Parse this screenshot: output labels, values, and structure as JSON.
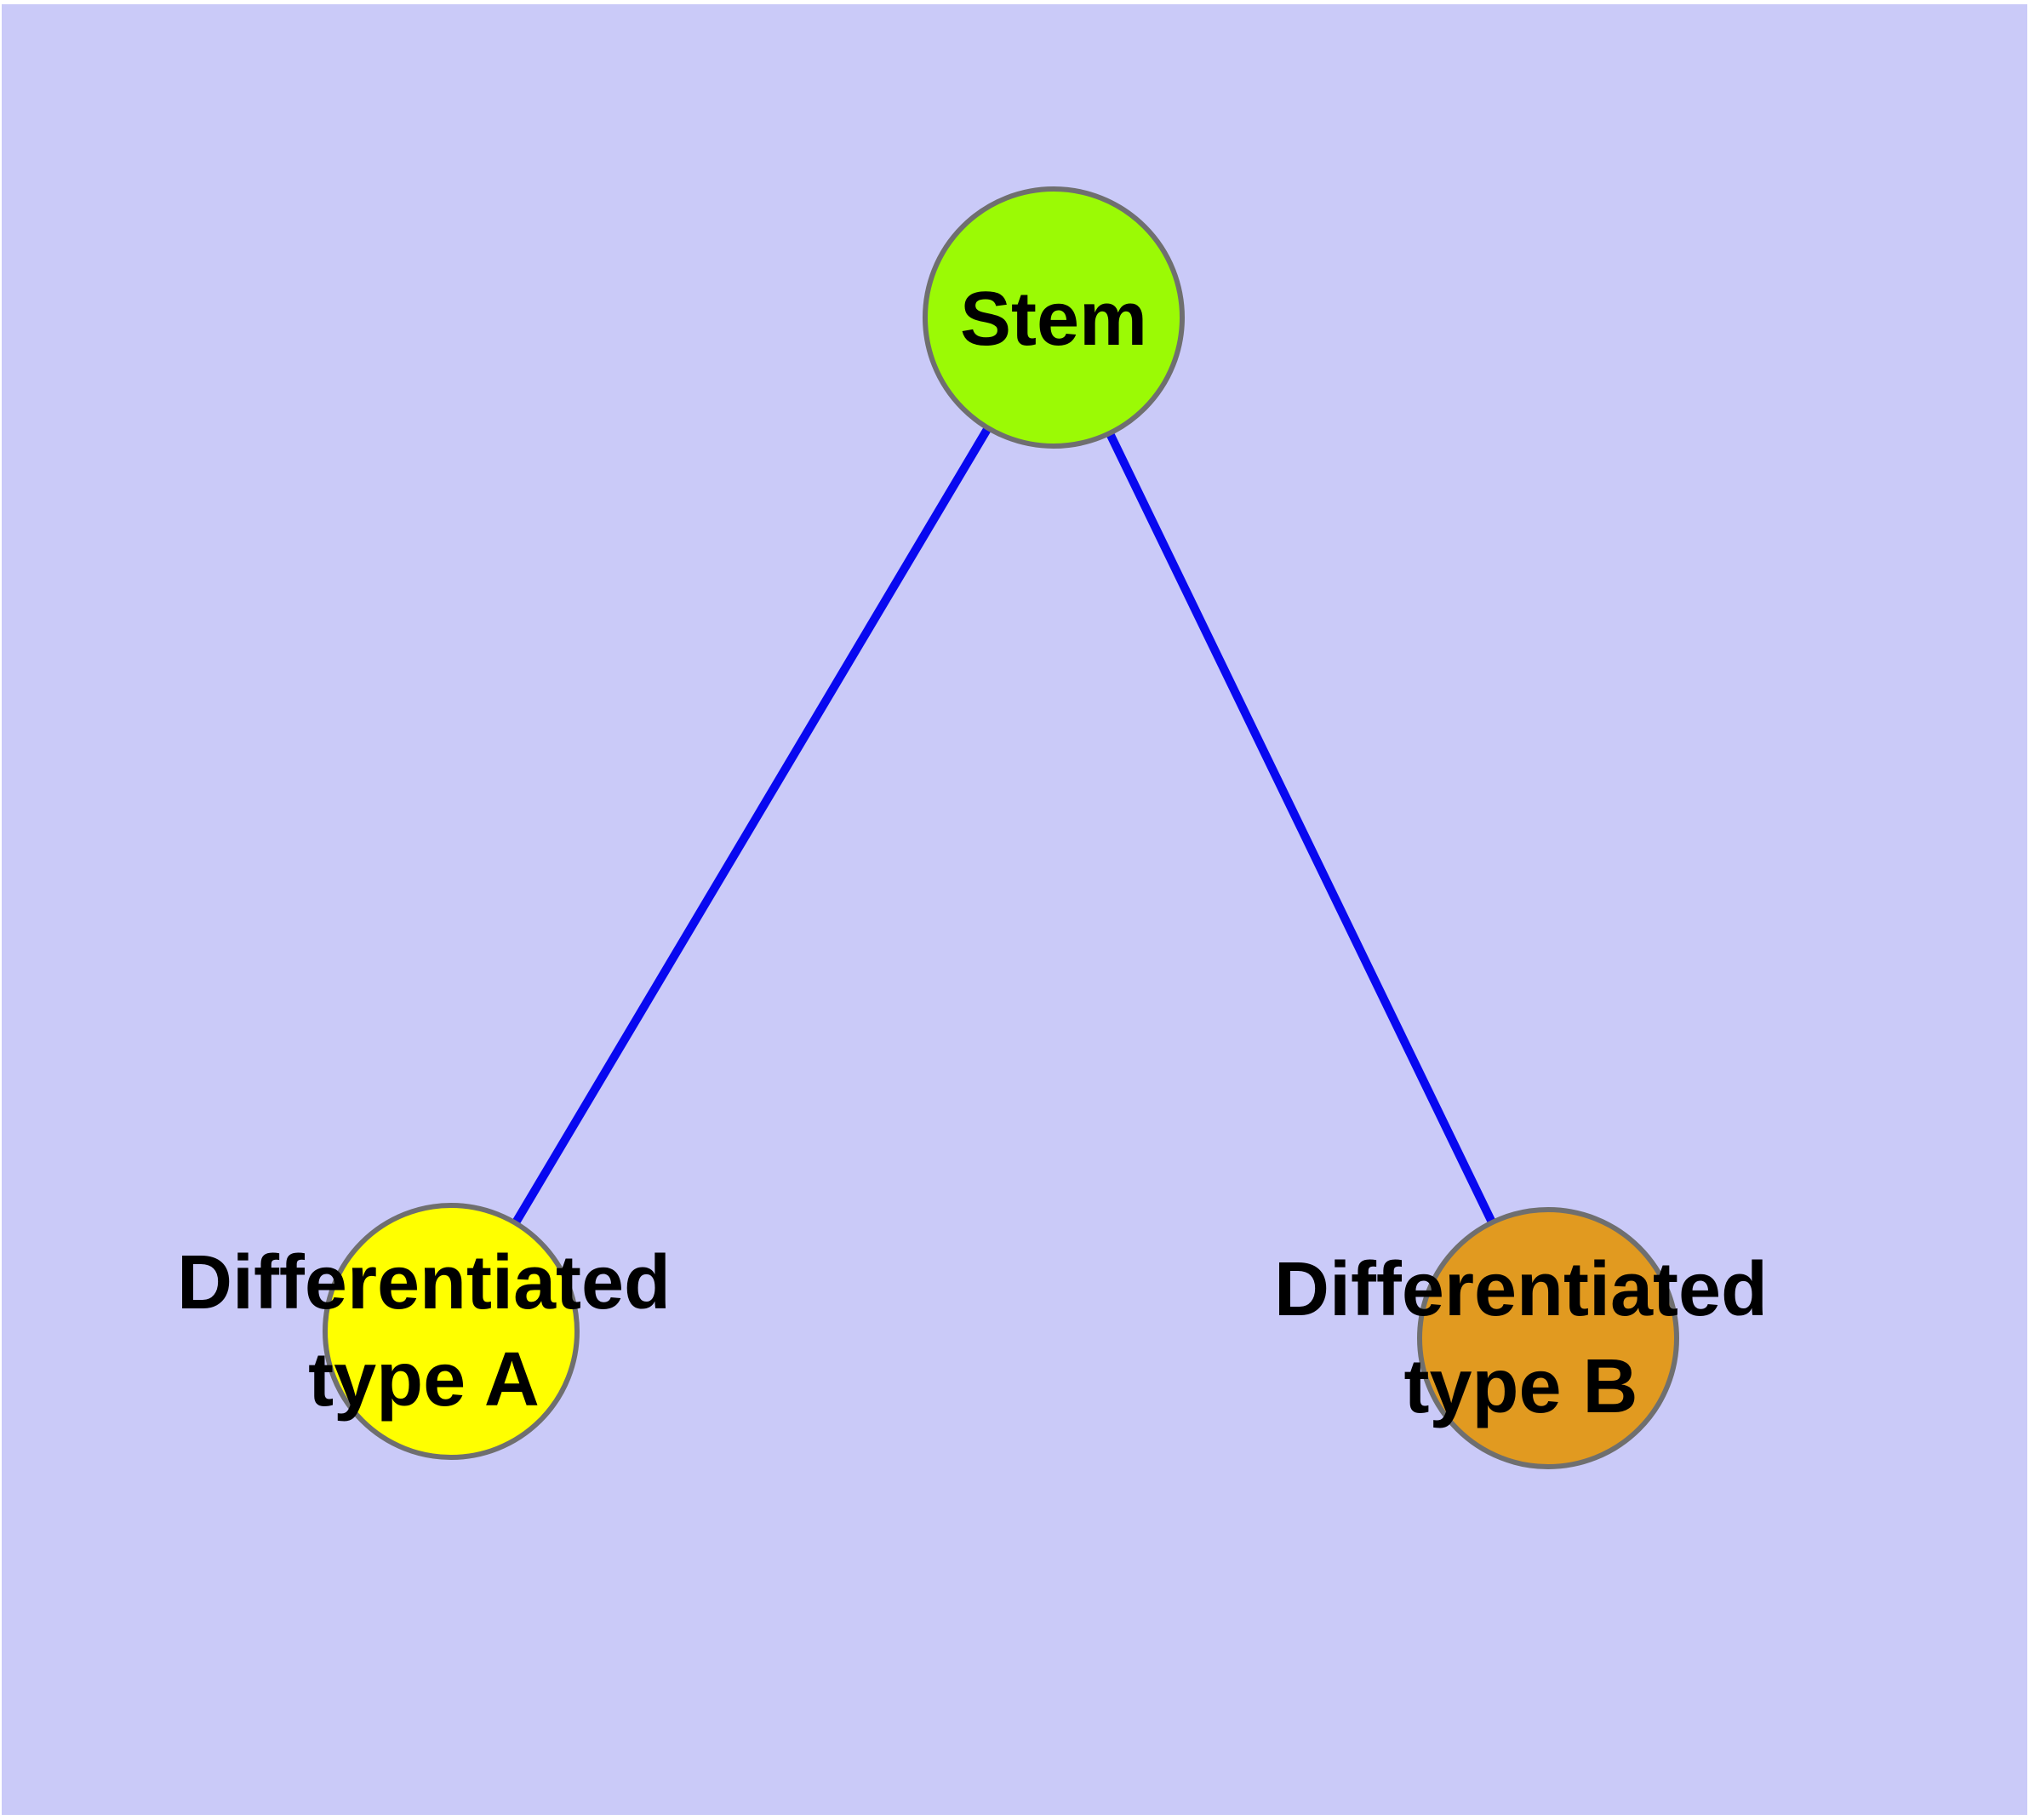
{
  "diagram": {
    "type": "node-link-graph",
    "page_background": "#ffffff",
    "canvas_background": "#cacaf8",
    "edge_color": "#0808f0",
    "node_border_color": "#6f6f6f",
    "label_color": "#000000",
    "nodes": [
      {
        "id": "stem",
        "fill": "#9bfa05",
        "label_line1": "Stem",
        "label_line2": ""
      },
      {
        "id": "typeA",
        "fill": "#ffff00",
        "label_line1": "Differentiated",
        "label_line2": "type A"
      },
      {
        "id": "typeB",
        "fill": "#e19a20",
        "label_line1": "Differentiated",
        "label_line2": "type B"
      }
    ],
    "edges": [
      {
        "from": "stem",
        "to": "typeA"
      },
      {
        "from": "stem",
        "to": "typeB"
      }
    ]
  }
}
